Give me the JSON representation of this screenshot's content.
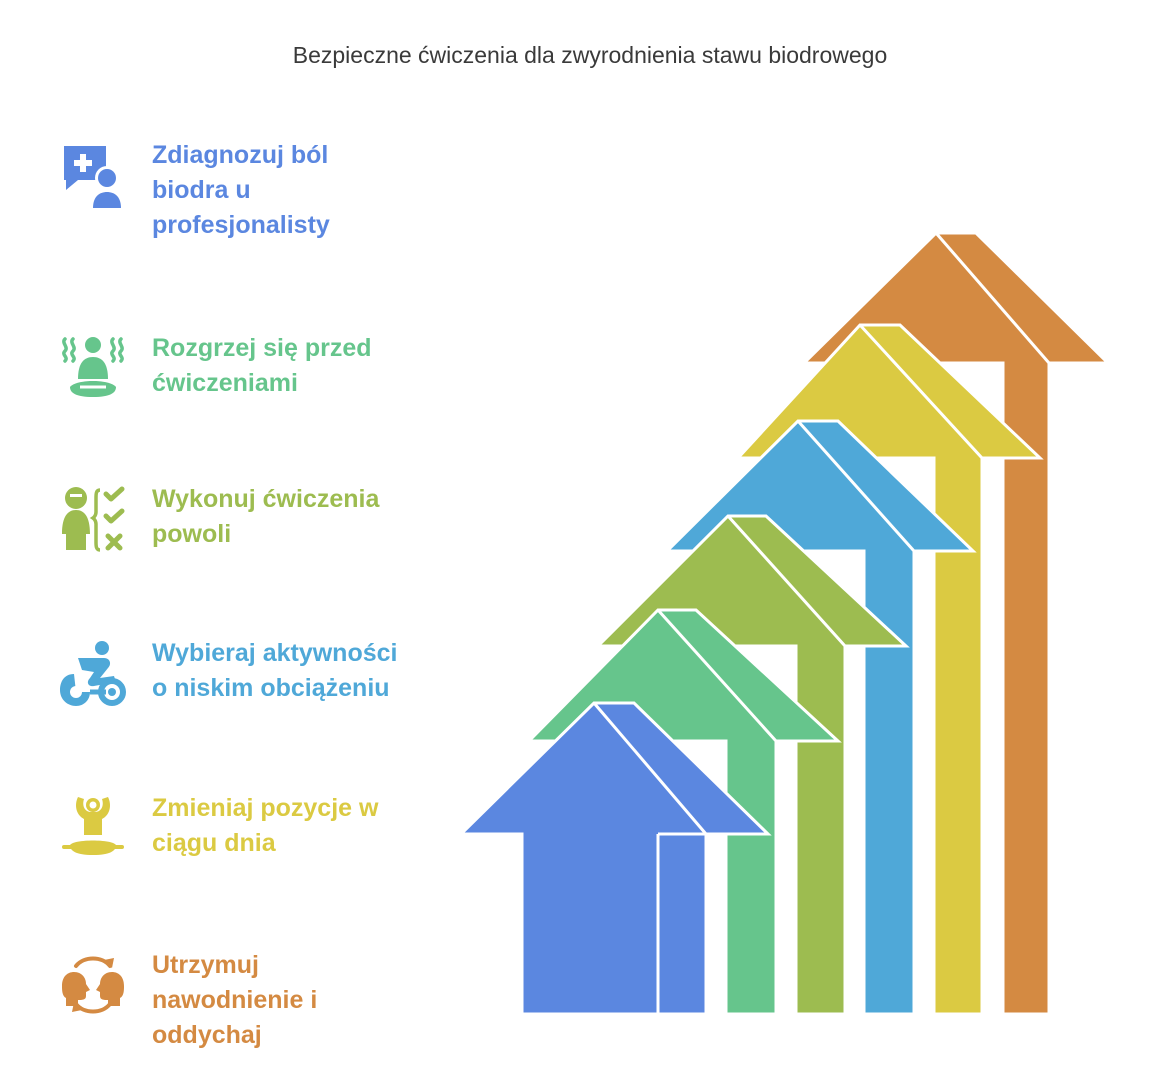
{
  "title": "Bezpieczne ćwiczenia dla zwyrodnienia stawu biodrowego",
  "steps": [
    {
      "label_lines": [
        "Zdiagnozuj ból",
        "biodra u",
        "profesjonalisty"
      ],
      "color": "#5B87E0",
      "icon": "medical-consultation-icon"
    },
    {
      "label_lines": [
        "Rozgrzej się przed",
        "ćwiczeniami"
      ],
      "color": "#66C58C",
      "icon": "warm-up-person-icon"
    },
    {
      "label_lines": [
        "Wykonuj ćwiczenia",
        "powoli"
      ],
      "color": "#9DBC50",
      "icon": "person-checklist-icon"
    },
    {
      "label_lines": [
        "Wybieraj aktywności",
        "o niskim obciążeniu"
      ],
      "color": "#4FA8D8",
      "icon": "cycling-person-icon"
    },
    {
      "label_lines": [
        "Zmieniaj pozycje w",
        "ciągu dnia"
      ],
      "color": "#DBCA42",
      "icon": "stretching-person-icon"
    },
    {
      "label_lines": [
        "Utrzymuj",
        "nawodnienie i",
        "oddychaj"
      ],
      "color": "#D48A42",
      "icon": "breathing-exchange-icon"
    }
  ]
}
